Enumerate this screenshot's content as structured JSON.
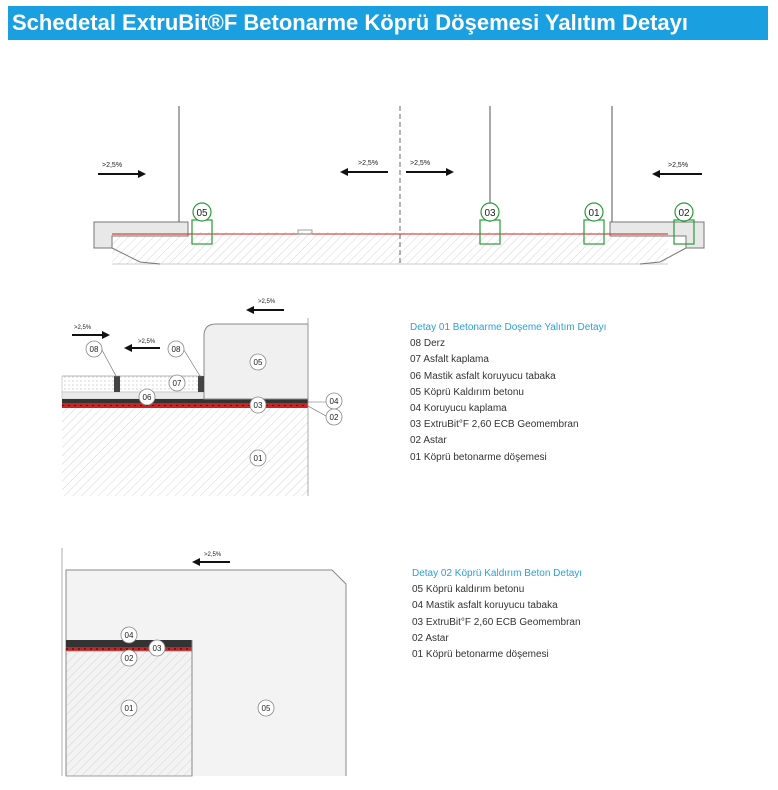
{
  "header": {
    "title": "Schedetal ExtruBit®F Betonarme Köprü Döşemesi Yalıtım Detayı"
  },
  "colors": {
    "banner": "#1a9fe0",
    "title_text": "#ffffff",
    "legend_title": "#2aa0dc",
    "membrane": "#cc2222",
    "callout": "#2a9a3a"
  },
  "overview": {
    "slopes": [
      ">2,5%",
      ">2,5%",
      ">2,5%",
      ">2,5%"
    ],
    "callouts": [
      "05",
      "03",
      "01",
      "02"
    ]
  },
  "detail1": {
    "slopes": [
      ">2,5%",
      ">2,5%",
      ">2,5%"
    ],
    "tags": [
      "08",
      "08",
      "07",
      "06",
      "05",
      "04",
      "03",
      "02",
      "01"
    ],
    "legend": {
      "title": "Detay 01 Betonarme Doşeme Yalıtım Detayı",
      "items": [
        "08 Derz",
        "07 Asfalt kaplama",
        "06 Mastik asfalt koruyucu tabaka",
        "05 Köprü Kaldırım betonu",
        "04 Koruyucu kaplama",
        "03 ExtruBit°F 2,60  ECB Geomembran",
        "02 Astar",
        "01 Köprü betonarme döşemesi"
      ]
    }
  },
  "detail2": {
    "slope": ">2,5%",
    "tags": [
      "04",
      "03",
      "02",
      "01",
      "05"
    ],
    "legend": {
      "title": "Detay 02 Köprü Kaldırım Beton Detayı",
      "items": [
        "05 Köprü kaldırım betonu",
        "04 Mastik asfalt koruyucu tabaka",
        "03 ExtruBit°F 2,60  ECB Geomembran",
        "02 Astar",
        "01 Köprü betonarme döşemesi"
      ]
    }
  }
}
